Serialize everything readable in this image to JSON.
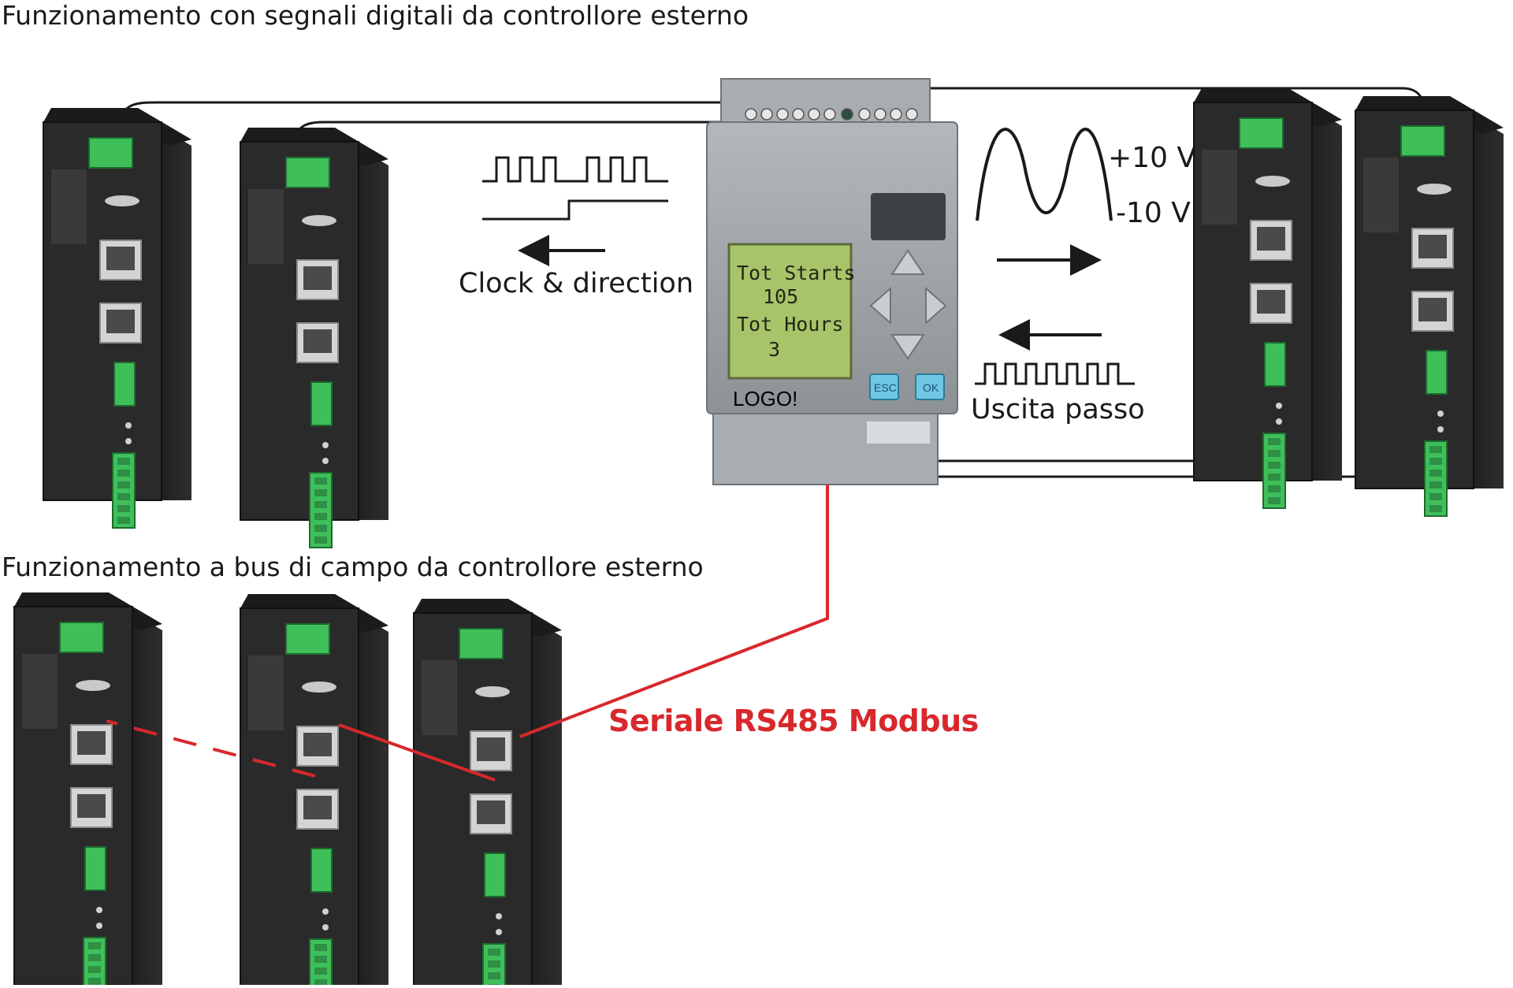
{
  "labels": {
    "title_top": "Funzionamento con segnali digitali da controllore esterno",
    "title_bottom": "Funzionamento a bus di campo da controllore esterno",
    "clock_direction": "Clock & direction",
    "step_output": "Uscita passo",
    "voltage_plus": "+10 V",
    "voltage_minus": "-10 V",
    "serial_bus": "Seriale RS485 Modbus"
  },
  "plc": {
    "logo": "LOGO!",
    "display_lines": [
      "Tot Starts",
      "105",
      "Tot Hours",
      "3"
    ],
    "esc_label": "ESC",
    "ok_label": "OK"
  },
  "colors": {
    "serial_line": "#d8282c",
    "cable": "#1a1a1a",
    "drive_body": "#2a2a2a",
    "terminal_green": "#3fbf5a",
    "plc_body": "#9aa0a3",
    "lcd": "#a8c46a"
  }
}
